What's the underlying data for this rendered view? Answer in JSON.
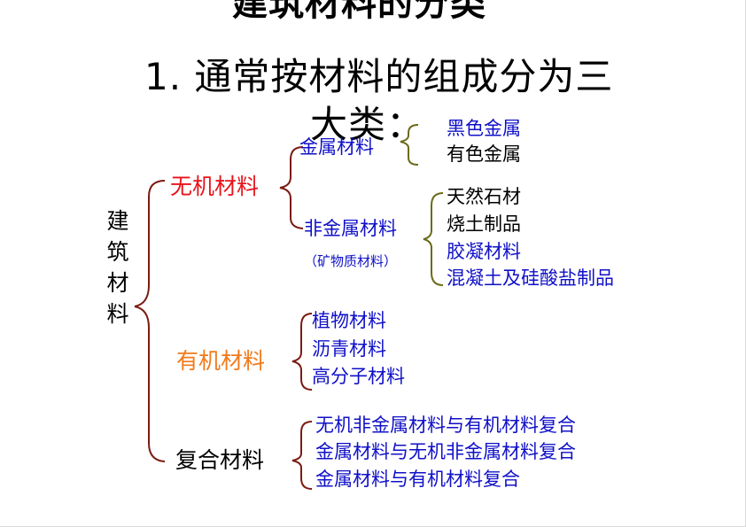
{
  "title": {
    "cut_line": "建筑材料的分类",
    "line1": "1.  通常按材料的组成分为三",
    "line2": "大类："
  },
  "root": "建筑材料",
  "categories": [
    {
      "name": "无机材料",
      "color": "#e8141a",
      "subgroups": [
        {
          "name": "金属材料",
          "items": [
            "黑色金属",
            "有色金属"
          ]
        },
        {
          "name": "非金属材料",
          "note": "（矿物质材料）",
          "items": [
            "天然石材",
            "烧土制品",
            "胶凝材料",
            "混凝土及硅酸盐制品"
          ]
        }
      ]
    },
    {
      "name": "有机材料",
      "color": "#f27a1a",
      "items": [
        "植物材料",
        "沥青材料",
        "高分子材料"
      ]
    },
    {
      "name": "复合材料",
      "color": "#000000",
      "items": [
        "无机非金属材料与有机材料复合",
        "金属材料与无机非金属材料复合",
        "金属材料与有机材料复合"
      ]
    }
  ],
  "colors": {
    "bracket": "#7a1c12",
    "bracket_olive": "#6b6b1a",
    "blue_text": "#1010c8"
  }
}
